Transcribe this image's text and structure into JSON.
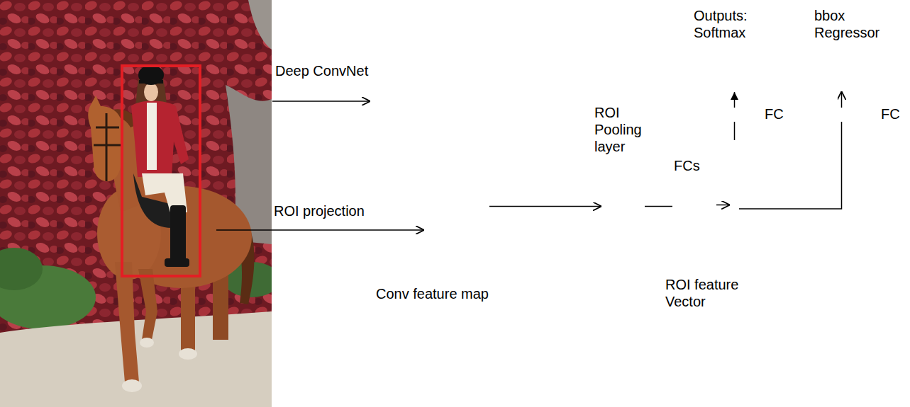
{
  "diagram": {
    "nodes": [
      {
        "text": [
          "Conv feature map"
        ]
      },
      {
        "text": [
          "ROI Pooling layer"
        ]
      },
      {
        "text": [
          "FCs"
        ]
      },
      {
        "text": [
          "ROI feature Vector"
        ]
      },
      {
        "text": [
          "FC"
        ]
      },
      {
        "text": [
          "Outputs: Softmax"
        ]
      },
      {
        "text": [
          "FC"
        ]
      },
      {
        "text": [
          "bbox Regressor"
        ]
      }
    ],
    "edges": [
      {
        "from": 0,
        "to": 1,
        "arrow": "to"
      },
      {
        "from": 1,
        "to": 2,
        "arrow": "none"
      },
      {
        "from": 2,
        "to": 3,
        "arrow": "to"
      },
      {
        "from": 3,
        "to": 4,
        "arrow": "none"
      },
      {
        "from": 4,
        "to": 5,
        "arrow": "to"
      },
      {
        "from": 3,
        "to": 6,
        "arrow": "none"
      },
      {
        "from": 6,
        "to": 7,
        "arrow": "to"
      }
    ],
    "labels": [
      "Deep ConvNet",
      "ROI projection"
    ]
  }
}
